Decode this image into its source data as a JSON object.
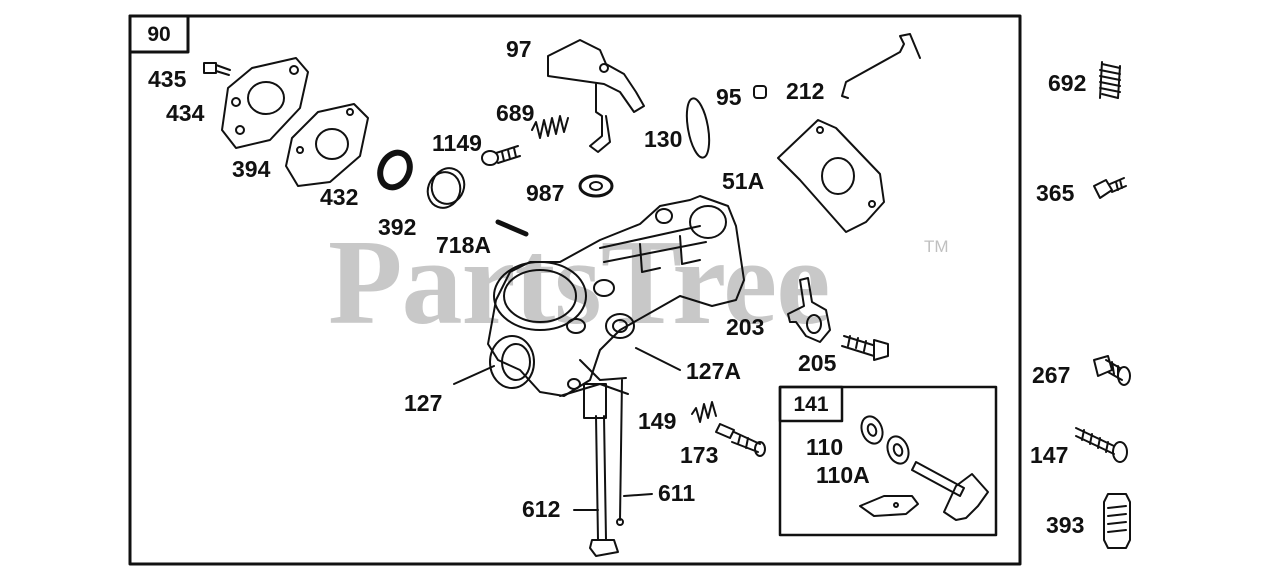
{
  "watermark": {
    "text": "PartsTree",
    "trademark": "TM"
  },
  "main_group": {
    "number": "90"
  },
  "sub_group": {
    "number": "141"
  },
  "parts": {
    "p435": "435",
    "p434": "434",
    "p394": "394",
    "p432": "432",
    "p392": "392",
    "p718A": "718A",
    "p97": "97",
    "p689": "689",
    "p1149": "1149",
    "p987": "987",
    "p95": "95",
    "p212": "212",
    "p130": "130",
    "p51A": "51A",
    "p127": "127",
    "p127A": "127A",
    "p203": "203",
    "p205": "205",
    "p149": "149",
    "p173": "173",
    "p612": "612",
    "p611": "611",
    "p110": "110",
    "p110A": "110A",
    "p692": "692",
    "p365": "365",
    "p267": "267",
    "p147": "147",
    "p393": "393"
  }
}
